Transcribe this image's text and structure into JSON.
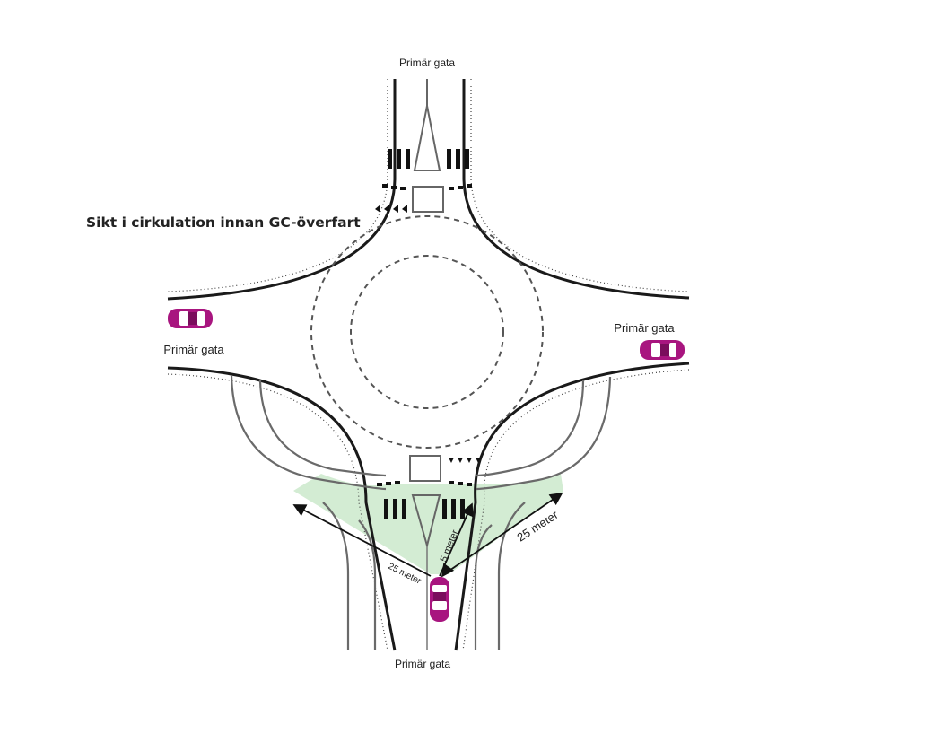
{
  "title": "Sikt i cirkulation innan GC-överfart",
  "labels": {
    "north": "Primär gata",
    "west": "Primär gata",
    "east": "Primär gata",
    "south": "Primär gata"
  },
  "measurements": {
    "left": "25 meter",
    "right": "25 meter",
    "center": "5 meter"
  },
  "colors": {
    "car": "#a8157f",
    "sight_zone": "#d3ecd3",
    "road_edge": "#1a1a1a",
    "marking": "#555555"
  }
}
